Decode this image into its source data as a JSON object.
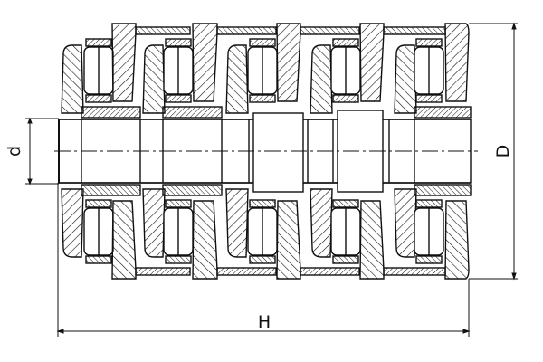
{
  "diagram": {
    "type": "mechanical-cross-section",
    "description": "Multi-stage assembly cross-section with shaft and 5 roller bearing stages",
    "stroke_color": "#111111",
    "background": "#ffffff",
    "stage_count": 5,
    "dimensions": {
      "inner_diameter": {
        "label": "d"
      },
      "outer_diameter": {
        "label": "D"
      },
      "overall_length": {
        "label": "H"
      }
    }
  }
}
